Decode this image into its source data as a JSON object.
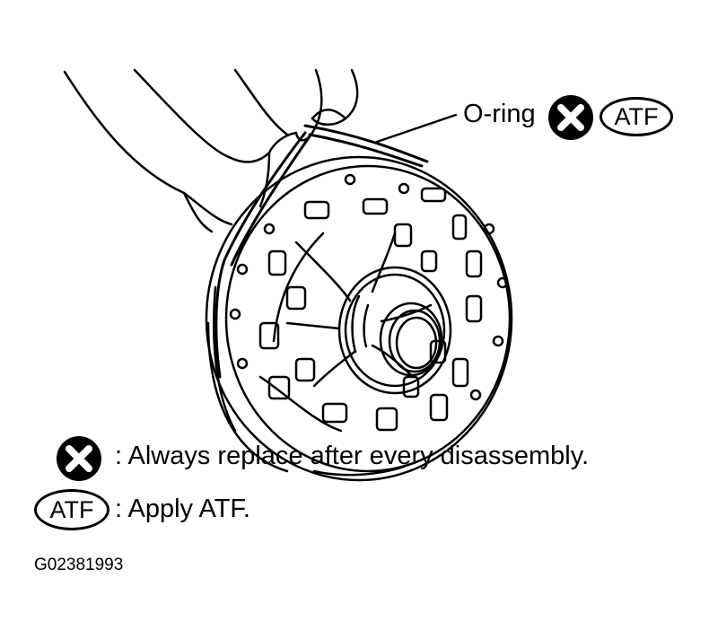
{
  "callout": {
    "part_label": "O-ring",
    "replace_icon": "x-in-black-circle-icon",
    "atf_badge": "ATF"
  },
  "legend": [
    {
      "icon": "x-in-black-circle-icon",
      "text": ": Always replace after every disassembly."
    },
    {
      "icon": "atf-oval-badge",
      "badge": "ATF",
      "text": ": Apply ATF."
    }
  ],
  "figure_code": "G02381993",
  "colors": {
    "ink": "#000000",
    "paper": "#ffffff"
  }
}
